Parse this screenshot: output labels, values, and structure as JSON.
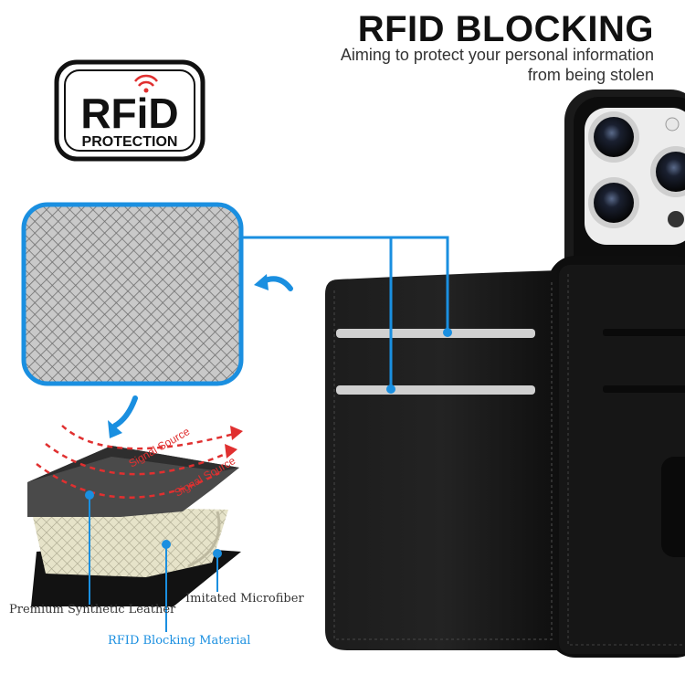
{
  "badge": {
    "logo_text": "RFiD",
    "caption": "PROTECTION"
  },
  "header": {
    "title": "RFID BLOCKING",
    "subtitle_line1": "Aiming to protect your personal information",
    "subtitle_line2": "from being stolen"
  },
  "layers": {
    "signal_label_top": "Signal Source",
    "signal_label_bottom": "Signal Source",
    "premium_leather": "Premium Synthetic Leather",
    "microfiber": "Imitated Microfiber",
    "rfid_material": "RFID Blocking Material"
  },
  "colors": {
    "accent_blue": "#1a8fe0",
    "signal_red": "#e03030",
    "leather_black": "#141414"
  }
}
